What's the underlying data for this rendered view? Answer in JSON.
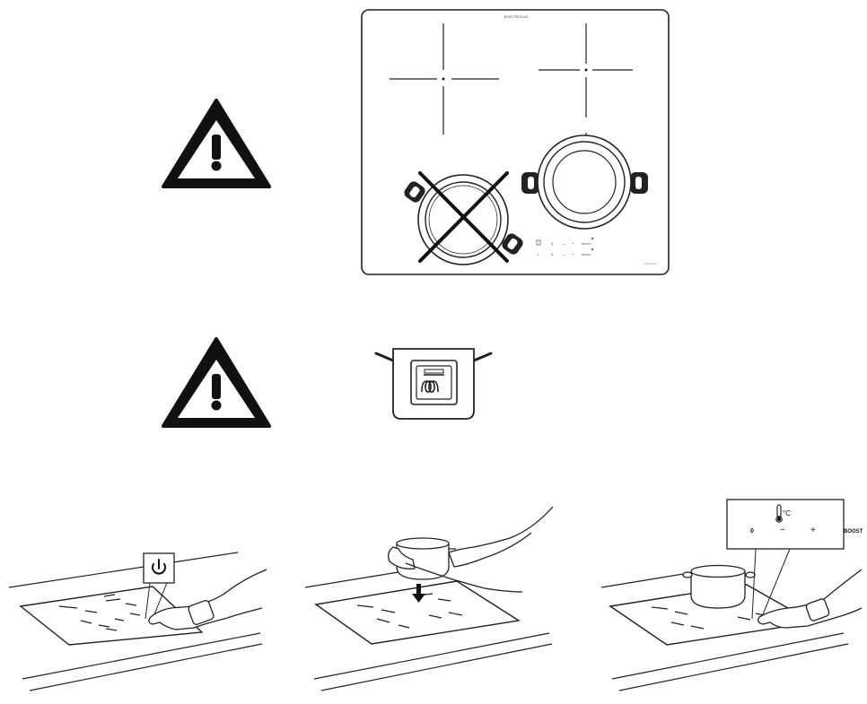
{
  "brand_mark": "ELECTROLUX",
  "panel_controls": {
    "left_zone_labels": [
      "I",
      "0",
      "—",
      "+"
    ],
    "right_zone_labels": [
      "I",
      "0",
      "—",
      "+"
    ],
    "boost_labels": [
      "BOOST",
      "BOOST"
    ]
  },
  "callout_controls": {
    "temp_unit": "°C",
    "off_label": "0",
    "minus_label": "−",
    "plus_label": "+",
    "boost_label": "BOOST"
  },
  "colors": {
    "ink": "#111111",
    "paper": "#ffffff",
    "stroke": "#222222"
  }
}
